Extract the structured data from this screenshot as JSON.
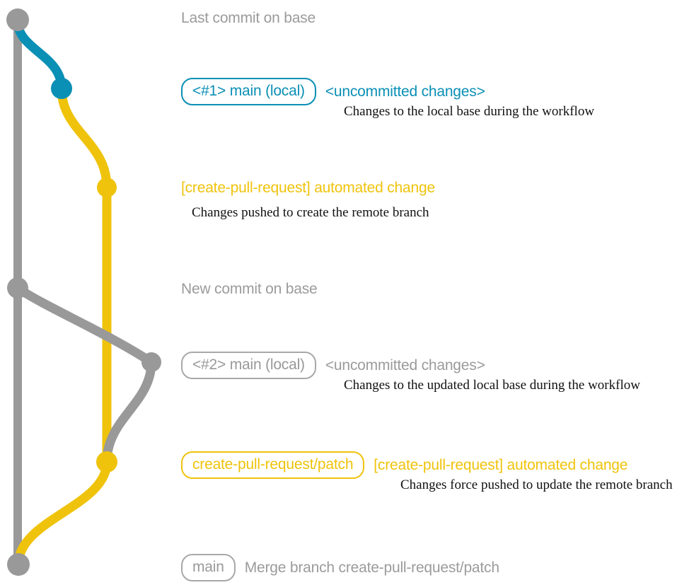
{
  "diagram": {
    "title": "git branch workflow graph",
    "colors": {
      "base_gray": "#999999",
      "local_teal": "#0a8fb5",
      "patch_yellow": "#efc30c",
      "note_text": "#111111",
      "background": "#ffffff"
    }
  },
  "commits": [
    {
      "id": "last-commit-on-base",
      "lane_color": "#999999",
      "badge": null,
      "subject": "Last commit on base",
      "subject_color": "#999999",
      "note": null
    },
    {
      "id": "local-1",
      "lane_color": "#0a8fb5",
      "badge": "<#1> main (local)",
      "badge_color": "#0a8fb5",
      "subject": "<uncommitted changes>",
      "subject_color": "#0a8fb5",
      "note": "Changes to the local base during the workflow"
    },
    {
      "id": "automated-change-1",
      "lane_color": "#efc30c",
      "badge": null,
      "subject": "[create-pull-request] automated change",
      "subject_color": "#efc30c",
      "note": "Changes pushed to create the remote branch"
    },
    {
      "id": "new-commit-on-base",
      "lane_color": "#999999",
      "badge": null,
      "subject": "New commit on base",
      "subject_color": "#999999",
      "note": null
    },
    {
      "id": "local-2",
      "lane_color": "#999999",
      "badge": "<#2> main (local)",
      "badge_color": "#999999",
      "subject": "<uncommitted changes>",
      "subject_color": "#9b9b9b",
      "note": "Changes to the updated local base during the workflow"
    },
    {
      "id": "automated-change-2",
      "lane_color": "#efc30c",
      "badge": "create-pull-request/patch",
      "badge_color": "#efc30c",
      "subject": "[create-pull-request] automated change",
      "subject_color": "#efc30c",
      "note": "Changes force pushed to update the remote branch"
    },
    {
      "id": "merge-commit",
      "lane_color": "#999999",
      "badge": "main",
      "badge_color": "#999999",
      "subject": "Merge branch create-pull-request/patch",
      "subject_color": "#9b9b9b",
      "note": null
    }
  ]
}
